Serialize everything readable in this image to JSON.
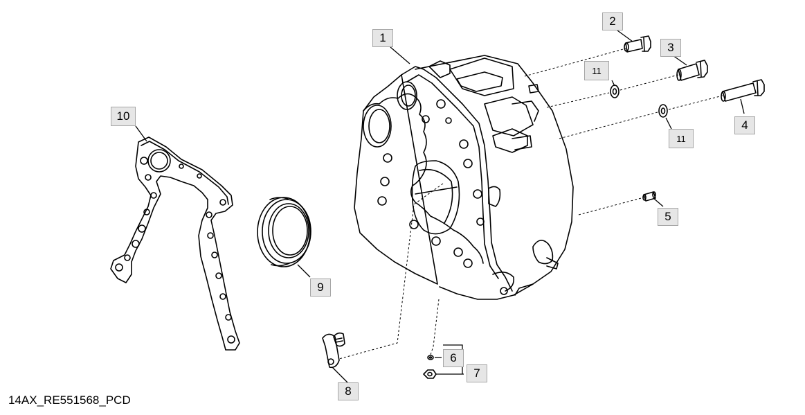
{
  "diagram": {
    "drawing_id": "14AX_RE551568_PCD",
    "callouts": [
      {
        "id": "c1",
        "label": "1"
      },
      {
        "id": "c2",
        "label": "2"
      },
      {
        "id": "c3",
        "label": "3"
      },
      {
        "id": "c4",
        "label": "4"
      },
      {
        "id": "c5",
        "label": "5"
      },
      {
        "id": "c6",
        "label": "6"
      },
      {
        "id": "c7",
        "label": "7"
      },
      {
        "id": "c8",
        "label": "8"
      },
      {
        "id": "c9",
        "label": "9"
      },
      {
        "id": "c10",
        "label": "10"
      },
      {
        "id": "c11a",
        "label": "11"
      },
      {
        "id": "c11b",
        "label": "11"
      }
    ]
  }
}
